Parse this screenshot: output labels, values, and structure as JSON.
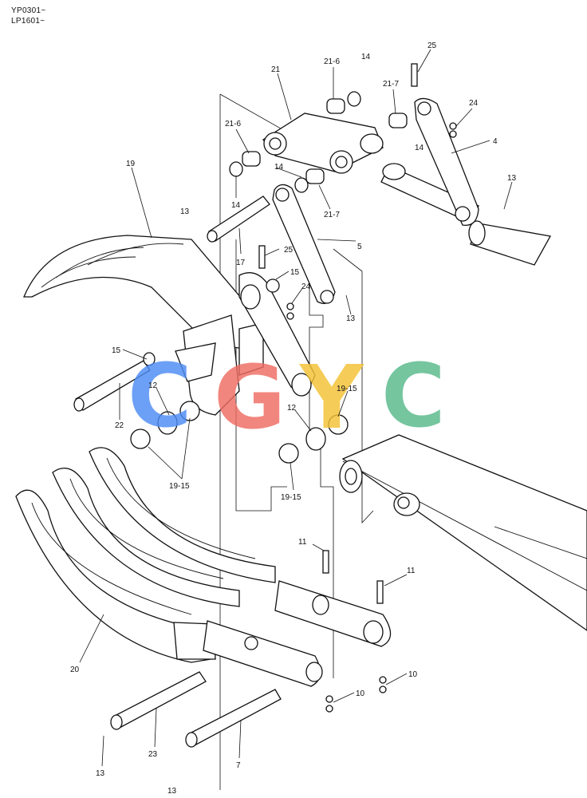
{
  "header": {
    "line1": "YP0301~",
    "line2": "LP1601~"
  },
  "watermark": {
    "letters": [
      {
        "char": "C",
        "color": "#4d8cf5"
      },
      {
        "char": "G",
        "color": "#ef6c62"
      },
      {
        "char": "Y",
        "color": "#f3c233"
      },
      {
        "char": "C",
        "color": "#57b98a"
      }
    ]
  },
  "callouts": {
    "p4": "4",
    "p5": "5",
    "p7": "7",
    "p10a": "10",
    "p10b": "10",
    "p11a": "11",
    "p11b": "11",
    "p12a": "12",
    "p12b": "12",
    "p13a": "13",
    "p13b": "13",
    "p13c": "13",
    "p13d": "13",
    "p13e": "13",
    "p14a": "14",
    "p14b": "14",
    "p14c": "14",
    "p14d": "14",
    "p15a": "15",
    "p15b": "15",
    "p17": "17",
    "p19": "19",
    "p1915a": "19-15",
    "p1915b": "19-15",
    "p1915c": "19-15",
    "p20": "20",
    "p21": "21",
    "p216a": "21-6",
    "p216b": "21-6",
    "p217a": "21-7",
    "p217b": "21-7",
    "p22": "22",
    "p23": "23",
    "p24a": "24",
    "p24b": "24",
    "p25a": "25",
    "p25b": "25"
  }
}
